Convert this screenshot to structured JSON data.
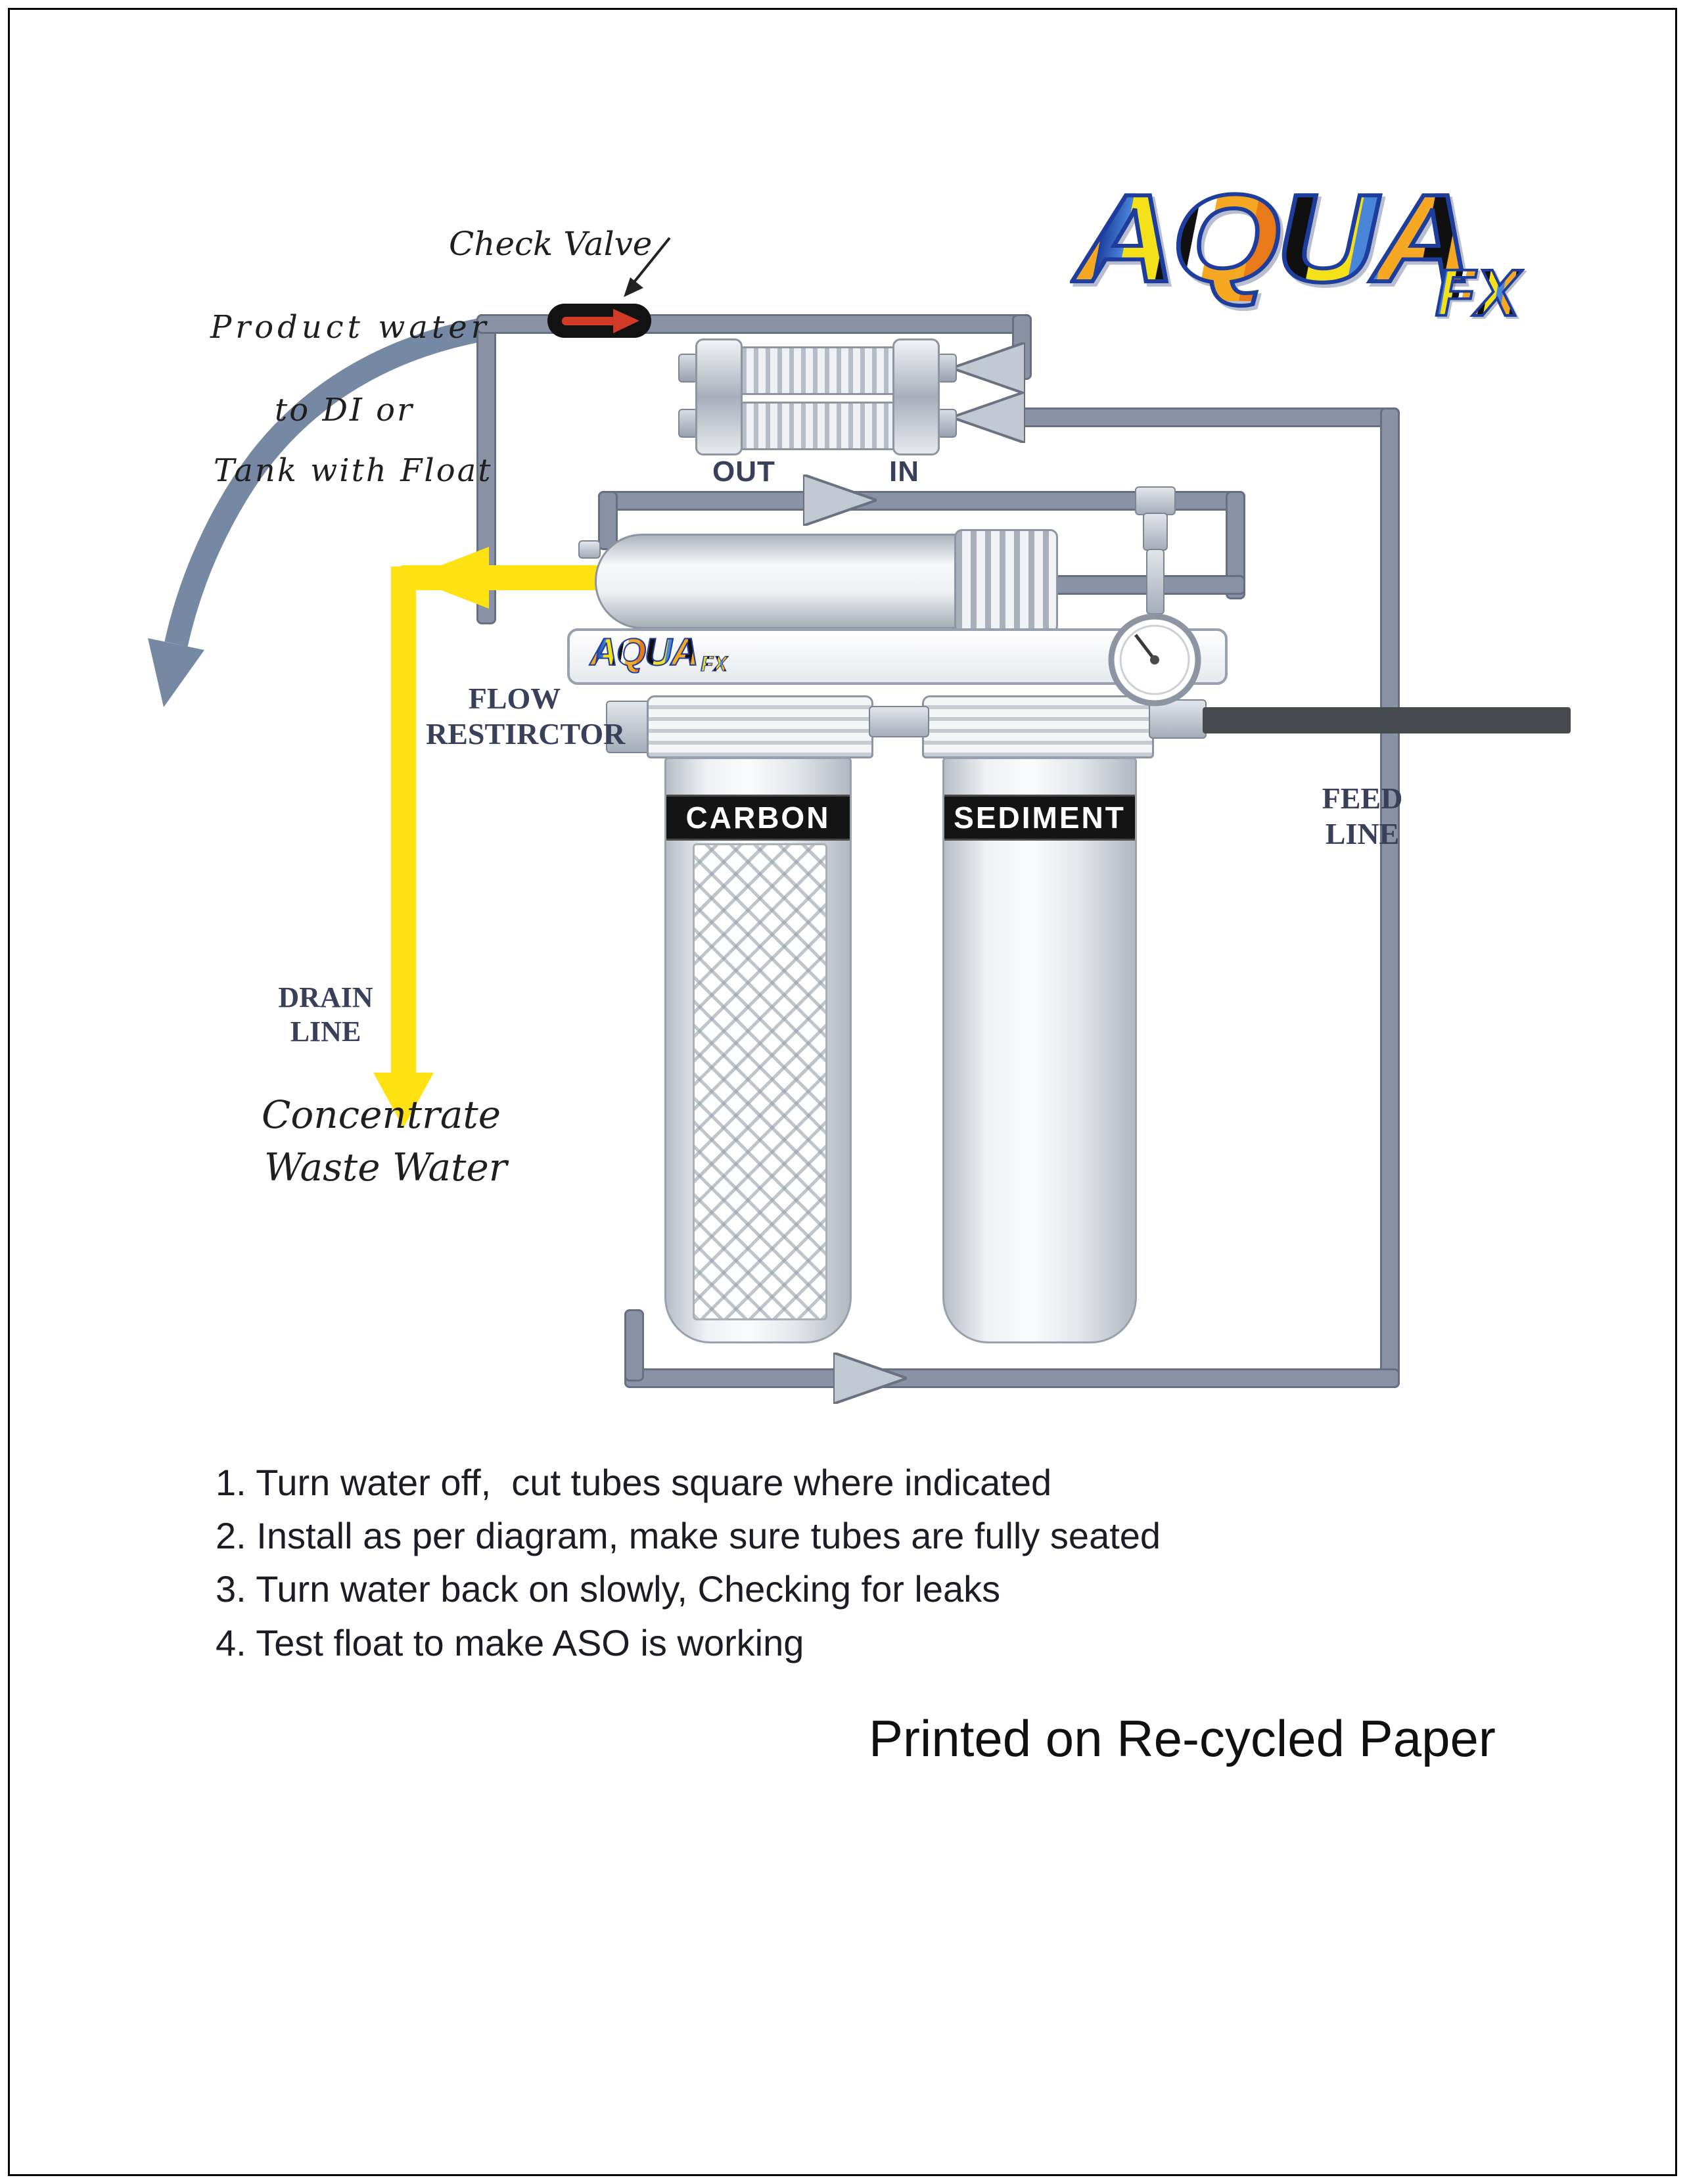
{
  "logo": {
    "main": "AQUA",
    "sub": "FX"
  },
  "bracket_logo": {
    "main": "AQUA",
    "sub": "FX"
  },
  "annotations": {
    "check_valve": "Check Valve",
    "product_water_line1": "Product water",
    "product_water_line2": "to DI or",
    "product_water_line3": "Tank with Float",
    "flow_line1": "FLOW",
    "flow_line2": "RESTIRCTOR",
    "feed_line1": "FEED",
    "feed_line2": "LINE",
    "drain_line1": "DRAIN",
    "drain_line2": "LINE",
    "concentrate_line1": "Concentrate",
    "concentrate_line2": "Waste Water"
  },
  "components": {
    "out_label": "OUT",
    "in_label": "IN",
    "carbon_label": "CARBON",
    "sediment_label": "SEDIMENT"
  },
  "instructions": [
    "1. Turn water off,  cut tubes square where indicated",
    "2. Install as per diagram, make sure tubes are fully seated",
    "3. Turn water back on slowly, Checking for leaks",
    "4. Test float to make ASO is working"
  ],
  "footer": "Printed on Re-cycled Paper",
  "colors": {
    "pipe_gray": "#8a93a6",
    "pipe_border": "#667082",
    "feed_dark": "#474b4f",
    "drain_yellow": "#ffe212",
    "product_arrow_blue": "#7589a4",
    "label_navy": "#39415a",
    "check_valve_red": "#d23a28",
    "logo_blue": "#1d3e9e"
  }
}
